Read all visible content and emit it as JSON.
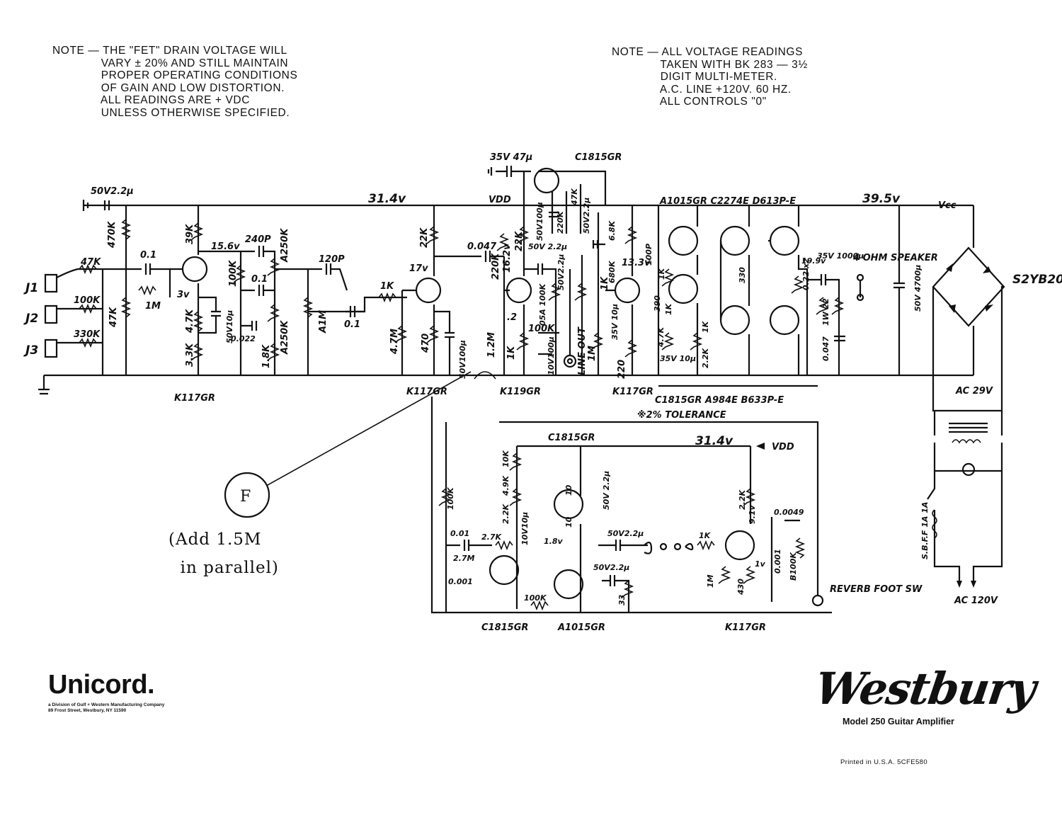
{
  "notes": {
    "left": "NOTE — THE \"FET\" DRAIN VOLTAGE WILL\n              VARY ± 20% AND STILL MAINTAIN\n              PROPER OPERATING CONDITIONS\n              OF GAIN AND LOW DISTORTION.\n              ALL READINGS ARE + VDC\n              UNLESS OTHERWISE SPECIFIED.",
    "right": "NOTE — ALL VOLTAGE READINGS\n              TAKEN WITH BK 283 — 3½\n              DIGIT MULTI-METER.\n              A.C. LINE +120V. 60 HZ.\n              ALL CONTROLS \"0\""
  },
  "labels": {
    "cap_50v22u": "50V2.2µ",
    "r_470k": "470K",
    "r_47k_a": "47K",
    "r_100k_a": "100K",
    "r_330k": "330K",
    "r_47k_b": "47K",
    "c_01_a": "0.1",
    "r_1m_a": "1M",
    "j1": "J1",
    "j2": "J2",
    "j3": "J3",
    "r_39k": "39K",
    "v_156": "15.6v",
    "v_3": "3v",
    "r_47k_c": "4.7K",
    "r_33k": "3.3K",
    "c_50v10u": "50V10µ",
    "c_240p": "240P",
    "r_100k_b": "100K",
    "c_01_b": "0.1",
    "c_0022": "0.022",
    "pot_a250k": "A250K",
    "r_18k": "1.8K",
    "pot_a250k_2": "A250K",
    "c_120p": "120P",
    "pot_a1m": "A1M",
    "c_01_c": "0.1",
    "v_314": "31.4v",
    "vdd": "VDD",
    "r_1k_a": "1K",
    "r_22k": "22K",
    "v_17": "17v",
    "r_47m": "4.7M",
    "r_470": "470",
    "c_50v100u": "50V100µ",
    "c_0047": "0.047",
    "r_220k": "220K",
    "v_162": "16.2v",
    "r_22k_b": "22K",
    "c_50v_22u": "50V 2.2µ",
    "pot_05a100k": "05A 100K",
    "c_50v22u_b": "50V2.2µ",
    "v_2": ".2",
    "r_100k_c": "100K",
    "c_10v100u": "10V100µ",
    "r_1k_b": "1K",
    "r_12m": "1.2M",
    "line_out": "LINE OUT",
    "r_1m_b": "1M",
    "r_1k_c": "1K",
    "c_35v47u": "35V 47µ",
    "q_c1815gr_top": "C1815GR",
    "c_50v100u_b": "50V100µ",
    "r_220k_b": "220K",
    "r_47k_d": "47K",
    "c_50v22u_c": "50V2.2µ",
    "r_680k": "680K",
    "r_68k": "6.8K",
    "v_133": "13.3v",
    "c_35v10u": "35V 10µ",
    "r_220": "220",
    "q_k117gr_1": "K117GR",
    "q_k117gr_2": "K117GR",
    "q_k119gr": "K119GR",
    "q_k117gr_3": "K117GR",
    "c_100p": "100P",
    "r_1k_d": "1K",
    "r_390": "390",
    "r_1k_e": "1K",
    "r_47k_e": "4.7K",
    "c_35v10u_b": "35V 10µ",
    "r_22k_c": "2.2K",
    "r_1k_f": "1K",
    "q_outputs_top": "A1015GR   C2274E   D613P-E",
    "r_330": "330",
    "r_022": "0.22 x2",
    "v_199": "19.9v",
    "c_35v1000u": "35V 1000µ",
    "r_1w22": "1W 22",
    "c_0047_b": "0.047",
    "speaker": "4 OHM SPEAKER",
    "v_395": "39.5v",
    "vcc": "Vcc",
    "c_50v4700u": "50V 4700µ",
    "bridge": "S2YB20",
    "ac_29v": "AC 29V",
    "q_outputs_bottom": "C1815GR  A984E  B633P-E",
    "tolerance": "※2% TOLERANCE",
    "reverb_c1815gr": "C1815GR",
    "reverb_v314": "31.4v",
    "reverb_vdd": "VDD",
    "r_10k": "10K",
    "r_100k_d": "100K",
    "r_49k": "4.9K",
    "r_22k_d": "2.2K",
    "c_10v10u": "10V10µ",
    "c_50v22u_d": "50V 2.2µ",
    "r_10": "10",
    "r_10_b": "10",
    "v_18": "1.8v",
    "c_001": "0.01",
    "r_27k": "2.7K",
    "r_27m": "2.7M",
    "c_0001": "0.001",
    "c_50v22u_e": "50V2.2µ",
    "c_50v22u_f": "50V2.2µ",
    "r_33": "33",
    "r_100k_e": "100K",
    "r_1k_g": "1K",
    "r_1m_c": "1M",
    "r_22k_e": "2.2K",
    "r_430": "430",
    "v_1": "1v",
    "c_00049": "0.0049",
    "c_0001_b": "0.001",
    "pot_b100k": "B100K",
    "v_91": "9.1v",
    "reverb_foot": "REVERB FOOT SW",
    "q_c1815gr_b": "C1815GR",
    "q_a1015gr_b": "A1015GR",
    "q_k117gr_4": "K117GR",
    "fuse": "S.B.F.F  1A  1A",
    "ac_120v": "AC 120V",
    "callout_f": "F",
    "handwritten": "(Add 1.5M\n  in parallel)"
  },
  "brand": {
    "name": "Unicord.",
    "sub": "a Division of Gulf + Western Manufacturing Company\n89 Frost Street, Westbury, NY 11590",
    "logo": "Westbury",
    "model": "Model 250 Guitar Amplifier",
    "printed": "Printed in U.S.A. 5CFE580"
  }
}
